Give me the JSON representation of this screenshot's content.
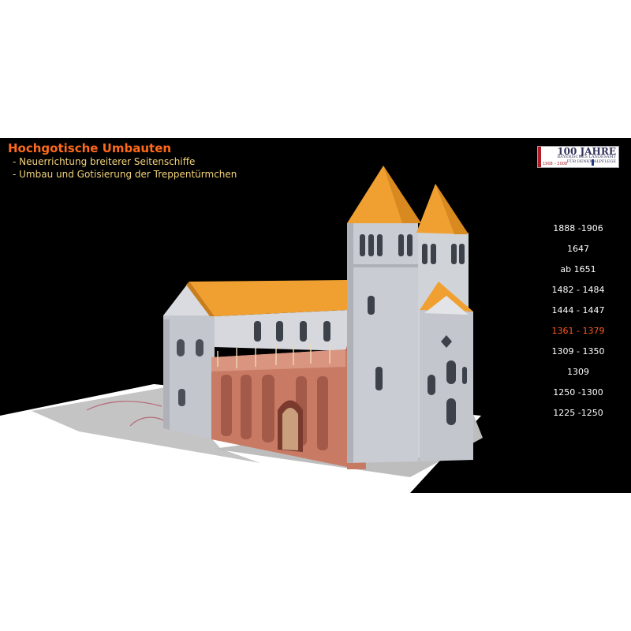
{
  "slide": {
    "title": "Hochgotische Umbauten",
    "bullets": [
      "- Neuerrichtung breiterer Seitenschiffe",
      "- Umbau und Gotisierung der Treppentürmchen"
    ]
  },
  "logo": {
    "main": "100 JAHRE",
    "lines": [
      "BAYERISCHES LANDESAMT",
      "FÜR DENKMALPFLEGE"
    ],
    "years": "1908 – 2008"
  },
  "timeline": {
    "active_index": 5,
    "active_color": "#ff5a1e",
    "entries": [
      "1888 -1906",
      "1647",
      "ab 1651",
      "1482 - 1484",
      "1444 - 1447",
      "1361 - 1379",
      "1309 - 1350",
      "1309",
      "1250 -1300",
      "1225 -1250"
    ]
  },
  "colors": {
    "title": "#ff6a1a",
    "bullets": "#f2d27a",
    "roof": "#f0a030",
    "stone": "#c9ccd2",
    "gothic_facade": "#c87a64"
  }
}
